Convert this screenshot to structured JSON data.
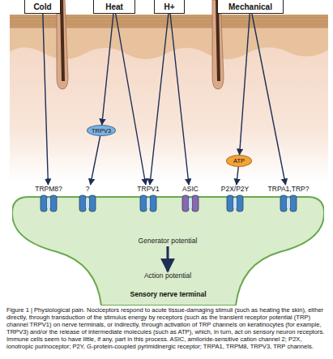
{
  "diagram": {
    "caption": "Figure 1 | Physiological pain. Nociceptors respond to acute tissue-damaging stimuli (such as heating the skin), either directly, through transduction of the stimulus energy by receptors (such as the transient receptor potential (TRP) channel TRPV1) on nerve terminals, or indirectly, through activation of TRP channels on keratinocytes (for example, TRPV3) and/or the release of intermediate molecules (such as ATP), which, in turn, act on sensory neuron receptors. Immune cells seem to have little, if any, part in this process. ASIC, amiloride-sensitive cation channel 2; P2X, ionotropic purinoceptor; P2Y, G-protein-coupled pyrimidinergic receptor; TRPA1, TRPM8, TRPV3, TRP channels.",
    "nodes": [
      {
        "text": [
          "Cold"
        ]
      },
      {
        "text": [
          "Heat"
        ]
      },
      {
        "text": [
          "H+"
        ]
      },
      {
        "text": [
          "Mechanical"
        ]
      },
      {
        "text": [
          "TRPV3"
        ]
      },
      {
        "text": [
          "ATP"
        ]
      },
      {
        "text": [
          "Sensory nerve terminal"
        ]
      },
      {
        "text": [
          "TRPM8?"
        ],
        "in": 6
      },
      {
        "text": [
          "?"
        ],
        "in": 6
      },
      {
        "text": [
          "TRPV1"
        ],
        "in": 6
      },
      {
        "text": [
          "ASIC"
        ],
        "in": 6
      },
      {
        "text": [
          "P2X/P2Y"
        ],
        "in": 6
      },
      {
        "text": [
          "TRPA1,TRP?"
        ],
        "in": 6
      },
      {
        "text": [
          "Generator potential"
        ],
        "in": 6
      },
      {
        "text": [
          "Action potential"
        ],
        "in": 6
      }
    ],
    "edges": [
      {
        "from": 0,
        "to": 7,
        "arrow": "to"
      },
      {
        "from": 1,
        "to": 4,
        "arrow": "to"
      },
      {
        "from": 1,
        "to": 9,
        "arrow": "to"
      },
      {
        "from": 4,
        "to": 8,
        "arrow": "to"
      },
      {
        "from": 2,
        "to": 9,
        "arrow": "to"
      },
      {
        "from": 2,
        "to": 10,
        "arrow": "to"
      },
      {
        "from": 3,
        "to": 5,
        "arrow": "to"
      },
      {
        "from": 3,
        "to": 12,
        "arrow": "to"
      },
      {
        "from": 5,
        "to": 11,
        "arrow": "to"
      },
      {
        "from": 13,
        "to": 14,
        "arrow": "to"
      }
    ]
  }
}
